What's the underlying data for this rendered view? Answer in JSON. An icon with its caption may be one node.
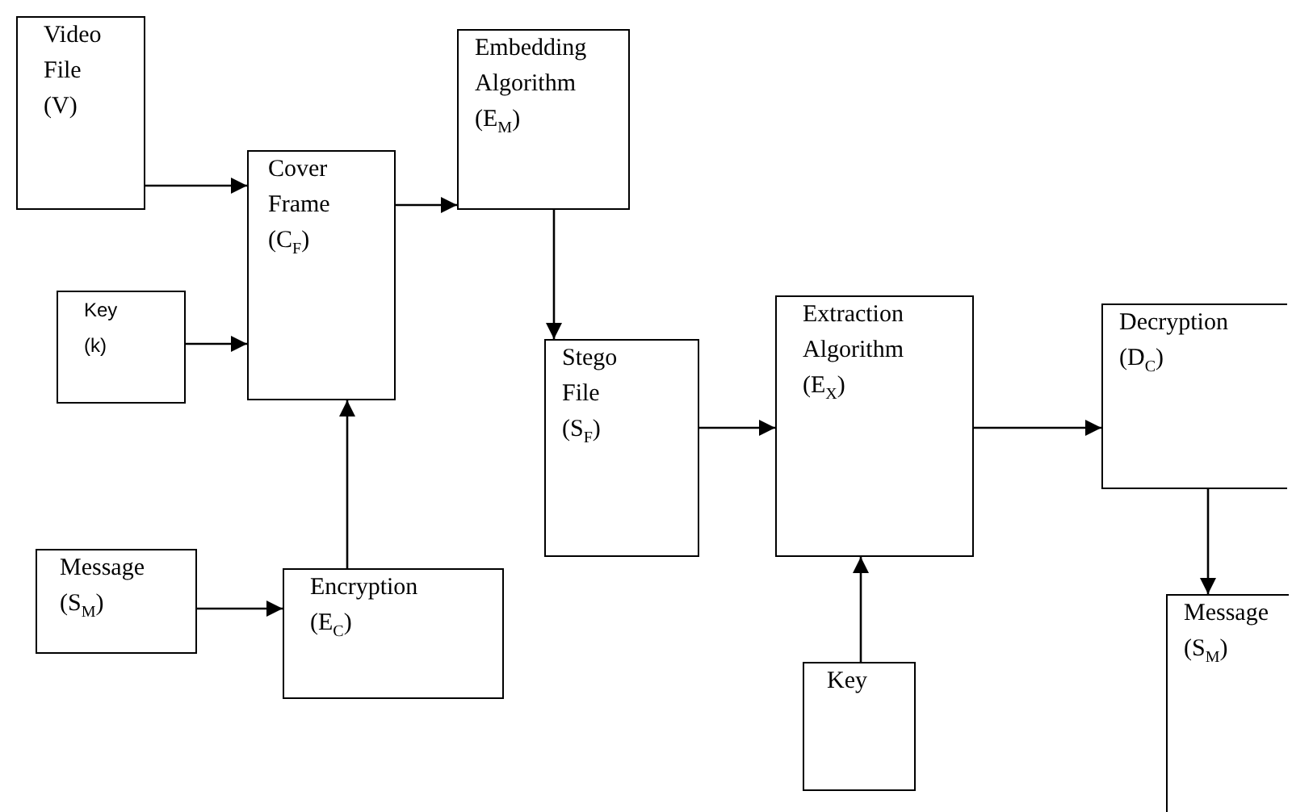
{
  "diagram": {
    "nodes": [
      {
        "text": [
          "Video File (V)"
        ]
      },
      {
        "text": [
          "Cover Frame (C$_{F}$)"
        ]
      },
      {
        "text": [
          "Embedding Algorithm (E$_{M}$)"
        ]
      },
      {
        "text": [
          "Key (k)"
        ]
      },
      {
        "text": [
          "Stego File (S$_{F}$)"
        ]
      },
      {
        "text": [
          "Extraction Algorithm (E$_{X}$)"
        ]
      },
      {
        "text": [
          "Decryption (D$_{C}$)"
        ]
      },
      {
        "text": [
          "Message (S$_{M}$)"
        ]
      },
      {
        "text": [
          "Encryption (E$_{C}$)"
        ]
      },
      {
        "text": [
          "Key"
        ]
      },
      {
        "text": [
          "Message (S$_{M}$)"
        ]
      }
    ],
    "edges": [
      {
        "from": 0,
        "to": 1,
        "arrow": "to"
      },
      {
        "from": 3,
        "to": 1,
        "arrow": "to"
      },
      {
        "from": 1,
        "to": 2,
        "arrow": "to"
      },
      {
        "from": 7,
        "to": 8,
        "arrow": "to"
      },
      {
        "from": 8,
        "to": 1,
        "arrow": "to"
      },
      {
        "from": 2,
        "to": 4,
        "arrow": "to"
      },
      {
        "from": 4,
        "to": 5,
        "arrow": "to"
      },
      {
        "from": 9,
        "to": 5,
        "arrow": "to"
      },
      {
        "from": 5,
        "to": 6,
        "arrow": "to"
      },
      {
        "from": 6,
        "to": 10,
        "arrow": "to"
      }
    ]
  }
}
